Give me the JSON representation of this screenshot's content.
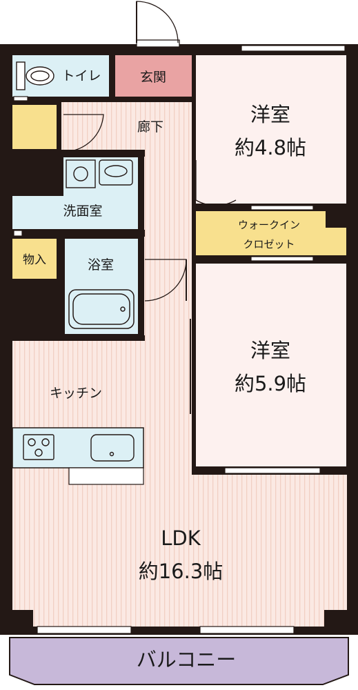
{
  "rooms": {
    "western_room_1": {
      "name": "洋室",
      "size": "約4.8帖"
    },
    "western_room_2": {
      "name": "洋室",
      "size": "約5.9帖"
    },
    "ldk": {
      "name": "LDK",
      "size": "約16.3帖"
    },
    "kitchen": "キッチン",
    "hallway": "廊下",
    "entrance": "玄関",
    "toilet": "トイレ",
    "washroom": "洗面室",
    "bathroom": "浴室",
    "storage": "物入",
    "walk_in_closet": {
      "line1": "ウォークイン",
      "line2": "クロゼット"
    },
    "balcony": "バルコニー"
  },
  "colors": {
    "wall": "#231815",
    "floor_wood": "#fbe9e3",
    "floor_stripe": "#f3d2c7",
    "western_room_fill": "#fdf1ef",
    "wet_area": "#dcf0f5",
    "storage_yellow": "#f8e08e",
    "entrance_pink": "#e9a3a3",
    "balcony_purple": "#c7b8d9"
  }
}
